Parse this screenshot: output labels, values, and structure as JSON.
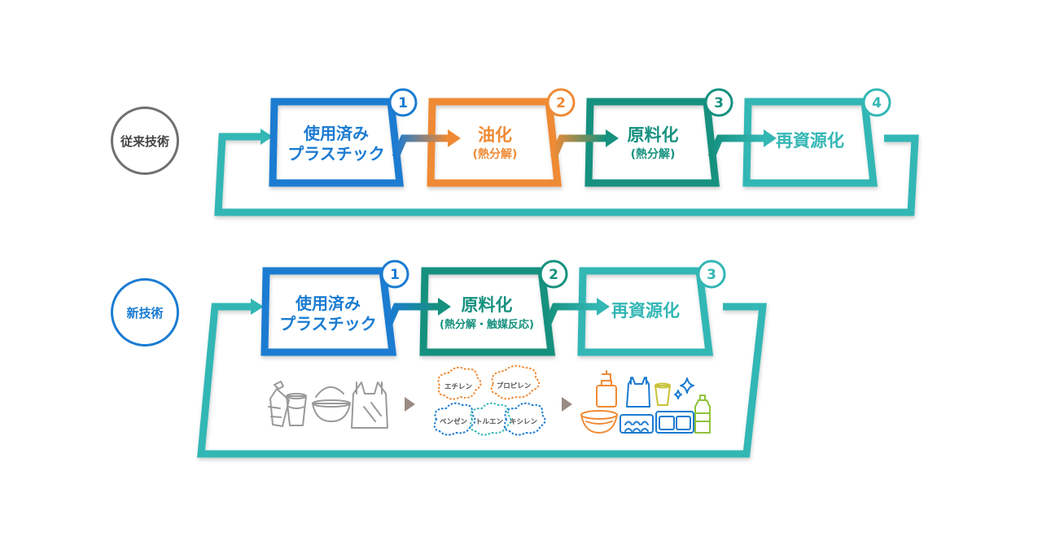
{
  "colors": {
    "blue": "#1a7bd1",
    "orange": "#ef8a34",
    "green": "#16917f",
    "teal": "#33b7b5",
    "gray_circle": "#707070",
    "blue_circle": "#1a7bd1",
    "icon_gray": "#999999"
  },
  "conventional": {
    "label": "従来技術",
    "steps": [
      {
        "num": "1",
        "line1": "使用済み",
        "line2": "プラスチック",
        "color": "#1a7bd1"
      },
      {
        "num": "2",
        "line1": "油化",
        "line2": "(熱分解)",
        "color": "#ef8a34"
      },
      {
        "num": "3",
        "line1": "原料化",
        "line2": "(熱分解)",
        "color": "#16917f"
      },
      {
        "num": "4",
        "line1": "再資源化",
        "line2": "",
        "color": "#33b7b5"
      }
    ]
  },
  "new_tech": {
    "label": "新技術",
    "steps": [
      {
        "num": "1",
        "line1": "使用済み",
        "line2": "プラスチック",
        "color": "#1a7bd1"
      },
      {
        "num": "2",
        "line1": "原料化",
        "line2": "(熱分解・触媒反応)",
        "color": "#16917f"
      },
      {
        "num": "3",
        "line1": "再資源化",
        "line2": "",
        "color": "#33b7b5"
      }
    ],
    "chemicals": [
      {
        "name": "エチレン",
        "color": "#ef8a34"
      },
      {
        "name": "プロピレン",
        "color": "#ef8a34"
      },
      {
        "name": "ベンゼン",
        "color": "#1a7bd1"
      },
      {
        "name": "トルエン",
        "color": "#33b7b5"
      },
      {
        "name": "キシレン",
        "color": "#1a7bd1"
      }
    ],
    "icons": {
      "waste": [
        "bottle-icon",
        "cup-icon",
        "bowl-icon",
        "bag-icon"
      ],
      "products": [
        "pump-bottle-icon",
        "bag-icon",
        "cup-icon",
        "sparkle-icon",
        "bowl-icon",
        "egg-tray-icon",
        "container-icon",
        "bottle-icon"
      ]
    }
  }
}
